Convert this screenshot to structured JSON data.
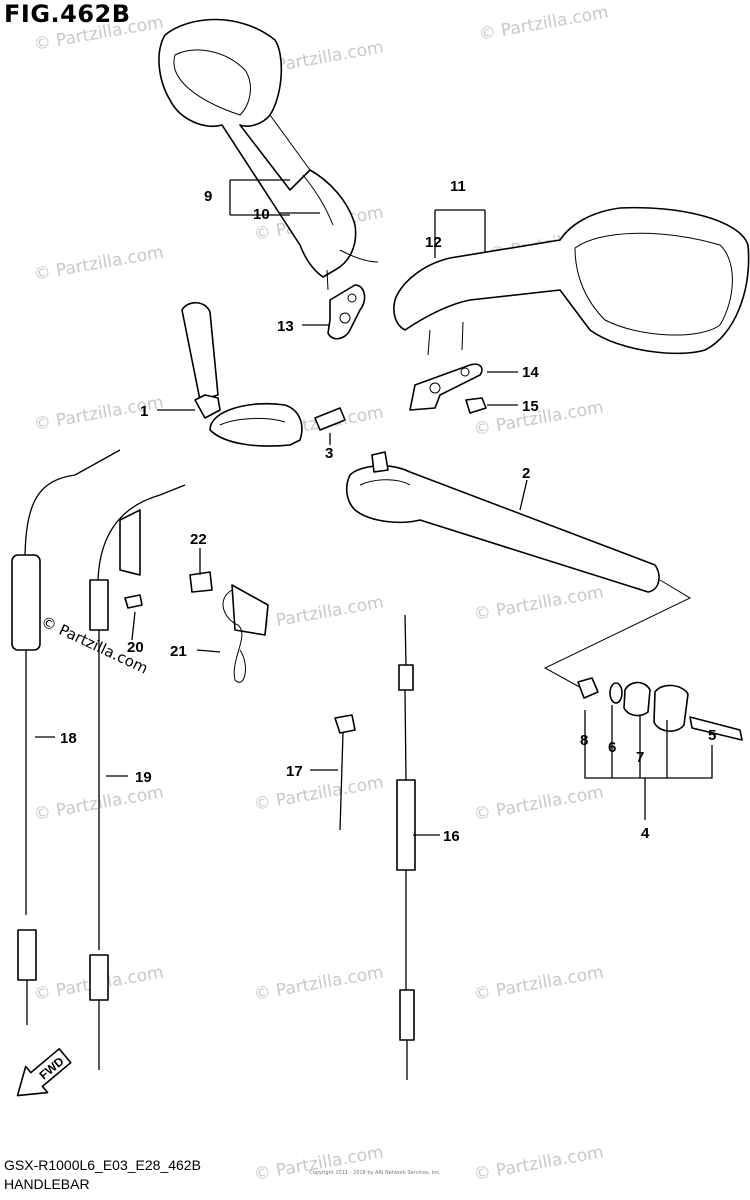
{
  "figure": {
    "title": "FIG.462B",
    "model_code": "GSX-R1000L6_E03_E28_462B",
    "section_name": "HANDLEBAR",
    "copyright_line": "Copyright 2011 - 2018 by ARI Network Services, Inc."
  },
  "watermark": {
    "text": "© Partzilla.com"
  },
  "fwd_label": "FWD",
  "callouts": [
    {
      "id": "c1",
      "label": "1"
    },
    {
      "id": "c2",
      "label": "2"
    },
    {
      "id": "c3",
      "label": "3"
    },
    {
      "id": "c4",
      "label": "4"
    },
    {
      "id": "c5",
      "label": "5"
    },
    {
      "id": "c6",
      "label": "6"
    },
    {
      "id": "c7",
      "label": "7"
    },
    {
      "id": "c8",
      "label": "8"
    },
    {
      "id": "c9",
      "label": "9"
    },
    {
      "id": "c10",
      "label": "10"
    },
    {
      "id": "c11",
      "label": "11"
    },
    {
      "id": "c12",
      "label": "12"
    },
    {
      "id": "c13",
      "label": "13"
    },
    {
      "id": "c14",
      "label": "14"
    },
    {
      "id": "c15",
      "label": "15"
    },
    {
      "id": "c16",
      "label": "16"
    },
    {
      "id": "c17",
      "label": "17"
    },
    {
      "id": "c18",
      "label": "18"
    },
    {
      "id": "c19",
      "label": "19"
    },
    {
      "id": "c20",
      "label": "20"
    },
    {
      "id": "c21",
      "label": "21"
    },
    {
      "id": "c22",
      "label": "22"
    }
  ]
}
